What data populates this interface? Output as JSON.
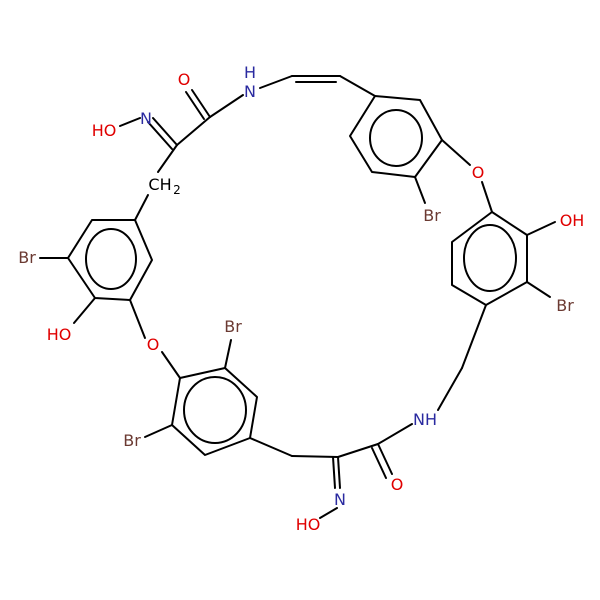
{
  "structure": {
    "atom_labels": {
      "oxime_top": {
        "oxygen": "O",
        "nitrogen_hydroxy": "HO",
        "nitrogen": "N"
      },
      "amide_top": {
        "nh_h": "H",
        "nh_n": "N"
      },
      "methylene": {
        "ch": "CH",
        "subscript": "2"
      },
      "ring_a": {
        "br": "Br",
        "oh": "HO"
      },
      "ether_left": {
        "o": "O"
      },
      "ring_b": {
        "br_top": "Br",
        "br_left": "Br"
      },
      "ether_right": {
        "o": "O"
      },
      "ring_c": {
        "br": "Br"
      },
      "ring_d": {
        "oh": "OH",
        "br": "Br"
      },
      "amide_bottom": {
        "nh": "NH",
        "o": "O"
      },
      "oxime_bottom": {
        "n": "N",
        "ho": "HO"
      }
    },
    "colors": {
      "bond": "#000000",
      "bromine": "#6b3a32",
      "oxygen": "#e00000",
      "nitrogen": "#2a2aa0"
    }
  }
}
